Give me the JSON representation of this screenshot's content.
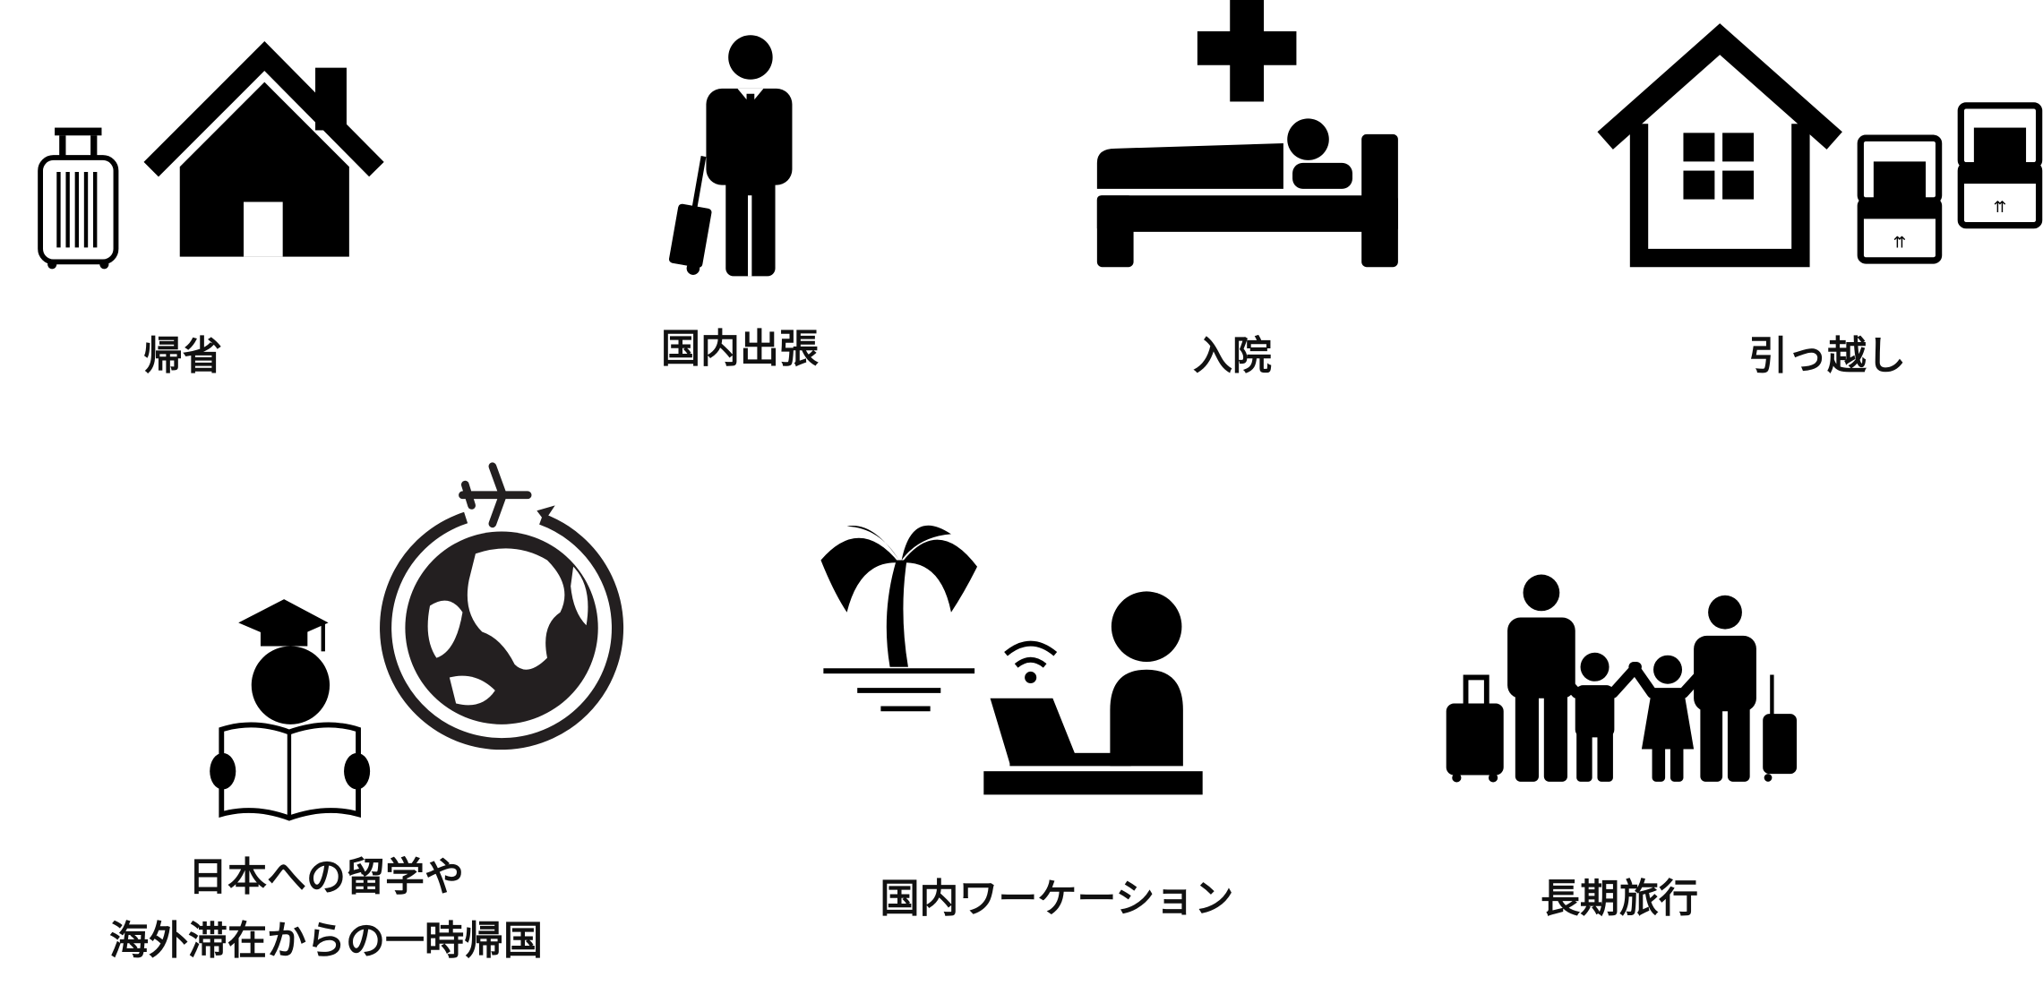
{
  "items": [
    {
      "label": "帰省",
      "icon": "suitcase-house-icon"
    },
    {
      "label": "国内出張",
      "icon": "business-traveler-icon"
    },
    {
      "label": "入院",
      "icon": "hospital-bed-icon"
    },
    {
      "label": "引っ越し",
      "icon": "house-moving-boxes-icon"
    },
    {
      "label_line1": "日本への留学や",
      "label_line2": "海外滞在からの一時帰国",
      "icon": "student-globe-icon"
    },
    {
      "label": "国内ワーケーション",
      "icon": "workation-icon"
    },
    {
      "label": "長期旅行",
      "icon": "family-travel-icon"
    }
  ],
  "colors": {
    "ink": "#000000",
    "background": "#ffffff",
    "globe": "#231f20"
  }
}
